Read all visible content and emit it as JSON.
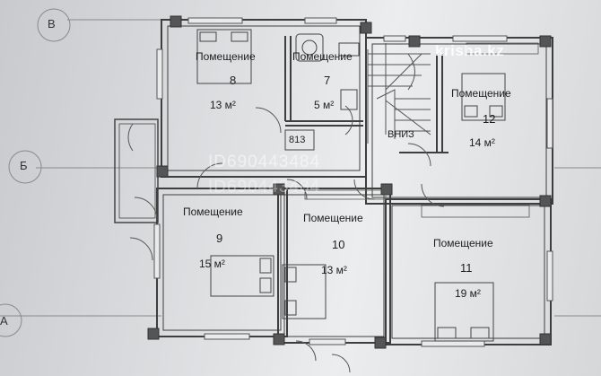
{
  "axes": {
    "top": "В",
    "middle": "Б",
    "bottom": "А"
  },
  "rooms": [
    {
      "id": "8",
      "label": "Помещение",
      "number": "8",
      "area": "13 м²"
    },
    {
      "id": "7",
      "label": "Помещение",
      "number": "7",
      "area": "5 м²"
    },
    {
      "id": "12",
      "label": "Помещение",
      "number": "12",
      "area": "14 м²"
    },
    {
      "id": "9",
      "label": "Помещение",
      "number": "9",
      "area": "15 м²"
    },
    {
      "id": "10",
      "label": "Помещение",
      "number": "10",
      "area": "13 м²"
    },
    {
      "id": "11",
      "label": "Помещение",
      "number": "11",
      "area": "19 м²"
    }
  ],
  "stair_label": "ВНИЗ",
  "corridor_label": "813",
  "watermark_site": "krisha.kz",
  "watermark_id_1": "ID690443484",
  "watermark_id_2": "ID690443484",
  "colors": {
    "wall": "#4a4a4a",
    "line": "#555555",
    "paper": "#e6e7e9"
  }
}
